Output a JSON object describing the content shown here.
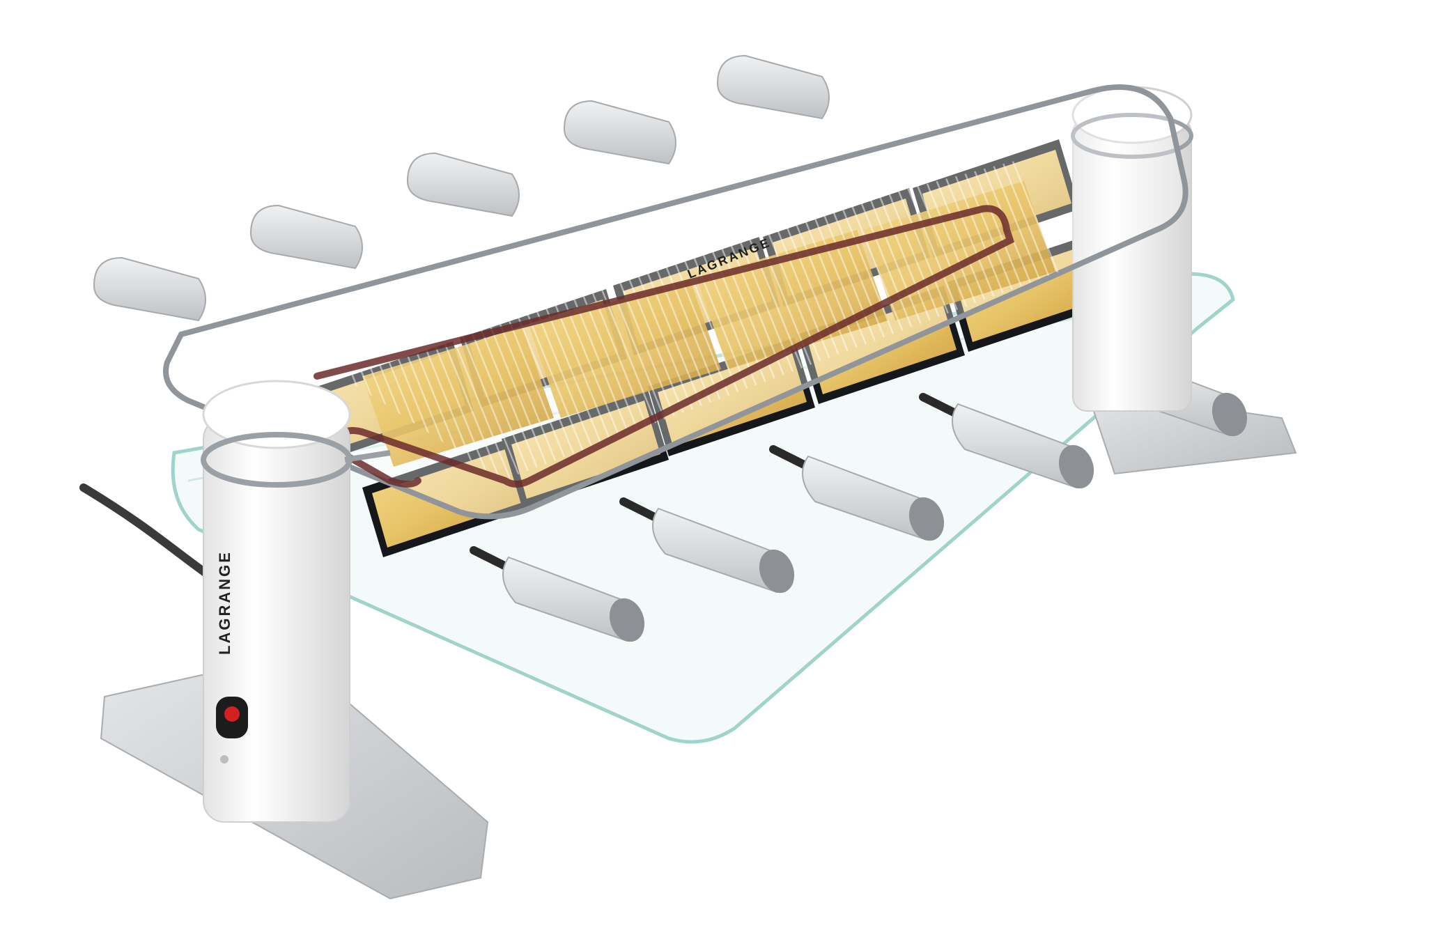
{
  "product": {
    "brand_label_column": "LAGRANGE",
    "brand_label_plate": "LAGRANGE"
  },
  "colors": {
    "pan": "#15171a",
    "cheese": "#e8c468",
    "cheese_dark": "#c99a3a",
    "handle": "#d7d9db",
    "chrome": "#9aa0a6",
    "column": "#f4f4f4",
    "base": "#cfd2d5",
    "glass": "#bfe3dd",
    "heating_element": "#6b2b2b",
    "switch_light": "#d32020"
  },
  "icons": {
    "power_switch": "power-switch-icon"
  },
  "counts": {
    "pans": 10,
    "top_plates": 4
  }
}
